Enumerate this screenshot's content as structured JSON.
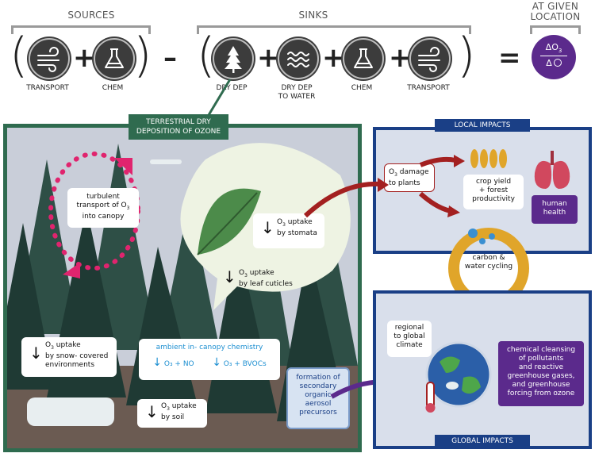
{
  "header": {
    "sources": "SOURCES",
    "sinks": "SINKS",
    "at_given_location": "AT GIVEN\nLOCATION",
    "delta_numerator": "ΔO",
    "delta_sub": "3",
    "delta_denominator": "Δ",
    "labels": {
      "transport_src": "TRANSPORT",
      "chem_src": "CHEM",
      "dry_dep": "DRY DEP",
      "dry_dep_water": "DRY DEP\nTO WATER",
      "chem_sink": "CHEM",
      "transport_sink": "TRANSPORT"
    },
    "plus": "+",
    "minus": "–",
    "equals": "="
  },
  "forest": {
    "title": "TERRESTRIAL DRY\nDEPOSITION OF OZONE",
    "turbulent": "turbulent\ntransport of O",
    "turbulent_sub": "3",
    "turbulent_tail": "into canopy",
    "stomata_a": "O",
    "stomata_sub": "3",
    "stomata_b": " uptake\nby stomata",
    "cuticles_a": "O",
    "cuticles_sub": "3",
    "cuticles_b": " uptake\nby leaf cuticles",
    "snow_a": "O",
    "snow_sub": "3",
    "snow_b": " uptake\nby snow- covered\nenvironments",
    "soil_a": "O",
    "soil_sub": "3",
    "soil_b": " uptake\nby soil",
    "chem_title": "ambient in- canopy chemistry",
    "chem_no": "O₃ + NO",
    "chem_bvoc": "O₃ + BVOCs",
    "soa": "formation of\nsecondary\norganic\naerosol\nprecursors"
  },
  "local": {
    "title": "LOCAL IMPACTS",
    "damage_a": "O",
    "damage_sub": "3",
    "damage_b": " damage\nto plants",
    "crop": "crop yield\n+ forest\nproductivity",
    "health": "human\nhealth",
    "cycling": "carbon &\nwater cycling"
  },
  "global": {
    "title": "GLOBAL IMPACTS",
    "regional": "regional\nto global\nclimate",
    "cleansing": "chemical cleansing\nof pollutants\nand reactive\ngreenhouse gases,\nand greenhouse\nforcing from ozone"
  },
  "colors": {
    "green": "#2f6b4f",
    "navy": "#1a3f86",
    "purple": "#5b2a8c",
    "magenta": "#e0246e",
    "red": "#a32020",
    "gold": "#e0a52a"
  }
}
